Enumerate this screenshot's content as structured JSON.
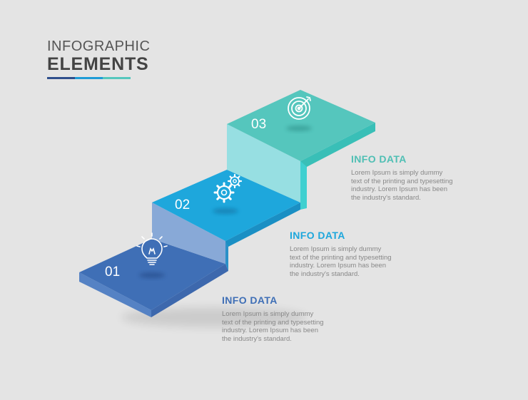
{
  "header": {
    "title_top": "INFOGRAPHIC",
    "title_bottom": "ELEMENTS",
    "bar_colors": [
      "#2f4f8c",
      "#1f9cd6",
      "#56c7bd"
    ]
  },
  "steps": [
    {
      "number": "01",
      "icon": "lightbulb-icon",
      "heading": "INFO DATA",
      "body": "Lorem Ipsum is simply dummy\ntext of the printing and typesetting\nindustry. Lorem Ipsum has been\nthe industry's standard.",
      "color": "#3f6fb6"
    },
    {
      "number": "02",
      "icon": "gears-icon",
      "heading": "INFO DATA",
      "body": "Lorem Ipsum is simply dummy\ntext of the printing and typesetting\nindustry. Lorem Ipsum has been\nthe industry's standard.",
      "color": "#1ea7dc"
    },
    {
      "number": "03",
      "icon": "target-icon",
      "heading": "INFO DATA",
      "body": "Lorem Ipsum is simply dummy\ntext of the printing and typesetting\nindustry. Lorem Ipsum has been\nthe industry's standard.",
      "color": "#4fbfb4"
    }
  ]
}
